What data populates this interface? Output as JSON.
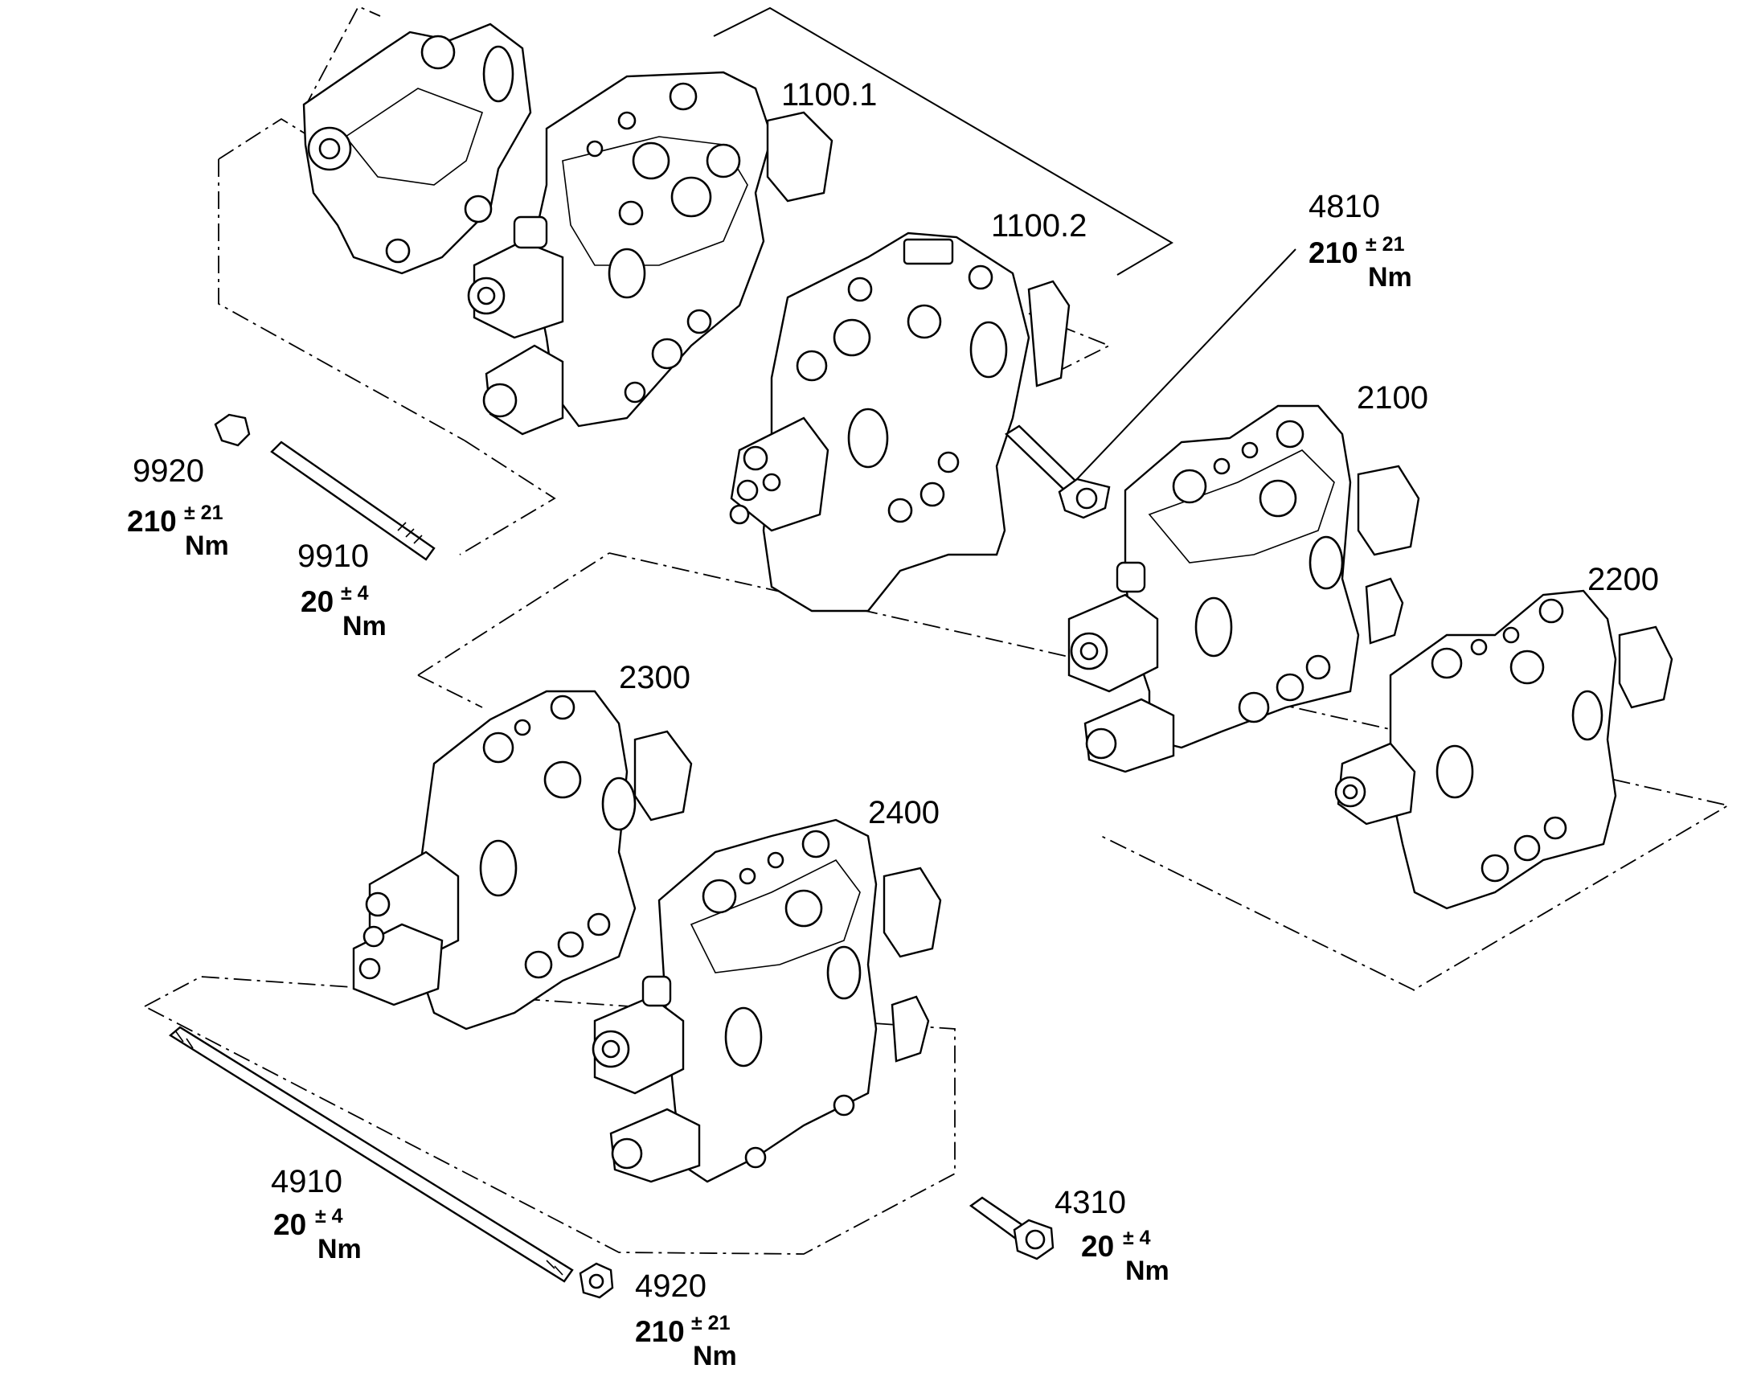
{
  "callouts": {
    "c1100_1": {
      "number": "1100.1"
    },
    "c1100_2": {
      "number": "1100.2"
    },
    "c2100": {
      "number": "2100"
    },
    "c2200": {
      "number": "2200"
    },
    "c2300": {
      "number": "2300"
    },
    "c2400": {
      "number": "2400"
    },
    "c4810": {
      "number": "4810",
      "torque": "210",
      "tolerance": "± 21",
      "unit": "Nm"
    },
    "c9920": {
      "number": "9920",
      "torque": "210",
      "tolerance": "± 21",
      "unit": "Nm"
    },
    "c9910": {
      "number": "9910",
      "torque": "20",
      "tolerance": "± 4",
      "unit": "Nm"
    },
    "c4910": {
      "number": "4910",
      "torque": "20",
      "tolerance": "± 4",
      "unit": "Nm"
    },
    "c4920": {
      "number": "4920",
      "torque": "210",
      "tolerance": "± 21",
      "unit": "Nm"
    },
    "c4310": {
      "number": "4310",
      "torque": "20",
      "tolerance": "± 4",
      "unit": "Nm"
    }
  }
}
